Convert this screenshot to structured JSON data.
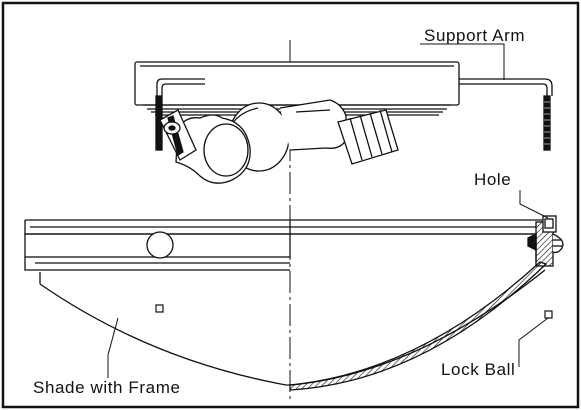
{
  "diagram": {
    "labels": {
      "support_arm": "Support Arm",
      "hole": "Hole",
      "lock_ball": "Lock Ball",
      "shade_with_frame": "Shade with Frame"
    },
    "colors": {
      "stroke": "#111111",
      "background": "#ffffff"
    }
  }
}
